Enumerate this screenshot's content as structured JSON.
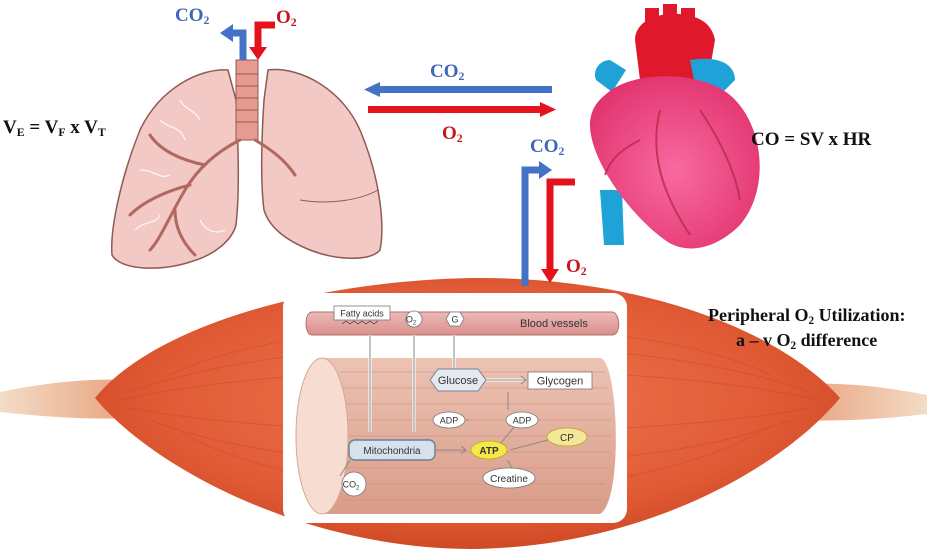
{
  "colors": {
    "co2_arrow": "#4472c4",
    "o2_arrow": "#e3121c",
    "co2_text": "#3f67b8",
    "o2_text": "#c8141a",
    "muscle": "#e8643f",
    "lung": "#f2c4c0",
    "heart": "#f24d86",
    "vessel": "#e3a9a7"
  },
  "icons": [
    "lungs-illustration",
    "heart-illustration",
    "muscle-illustration",
    "muscle-cell-diagram"
  ],
  "labels": {
    "lung_co2": "CO",
    "lung_o2": "O",
    "exchange_co2": "CO",
    "exchange_o2": "O",
    "heart_co2": "CO",
    "heart_o2": "O",
    "sub2": "2"
  },
  "equations": {
    "ventilation": {
      "prefix": "V",
      "sub_e": "E",
      "eq": " = V",
      "sub_f": "F",
      "mid": " x V",
      "sub_t": "T"
    },
    "cardiac_output": "CO = SV x HR"
  },
  "peripheral": {
    "line1_a": "Peripheral O",
    "line1_b": ": Utilization:",
    "line2_a": "a – v O",
    "line2_b": " difference"
  },
  "inset": {
    "fatty_acids": "Fatty acids",
    "o2": "O",
    "g": "G",
    "blood_vessels": "Blood vessels",
    "glucose": "Glucose",
    "glycogen": "Glycogen",
    "adp_left": "ADP",
    "adp_right": "ADP",
    "mitochondria": "Mitochondria",
    "atp": "ATP",
    "cp": "CP",
    "creatine": "Creatine",
    "co2": "CO"
  }
}
